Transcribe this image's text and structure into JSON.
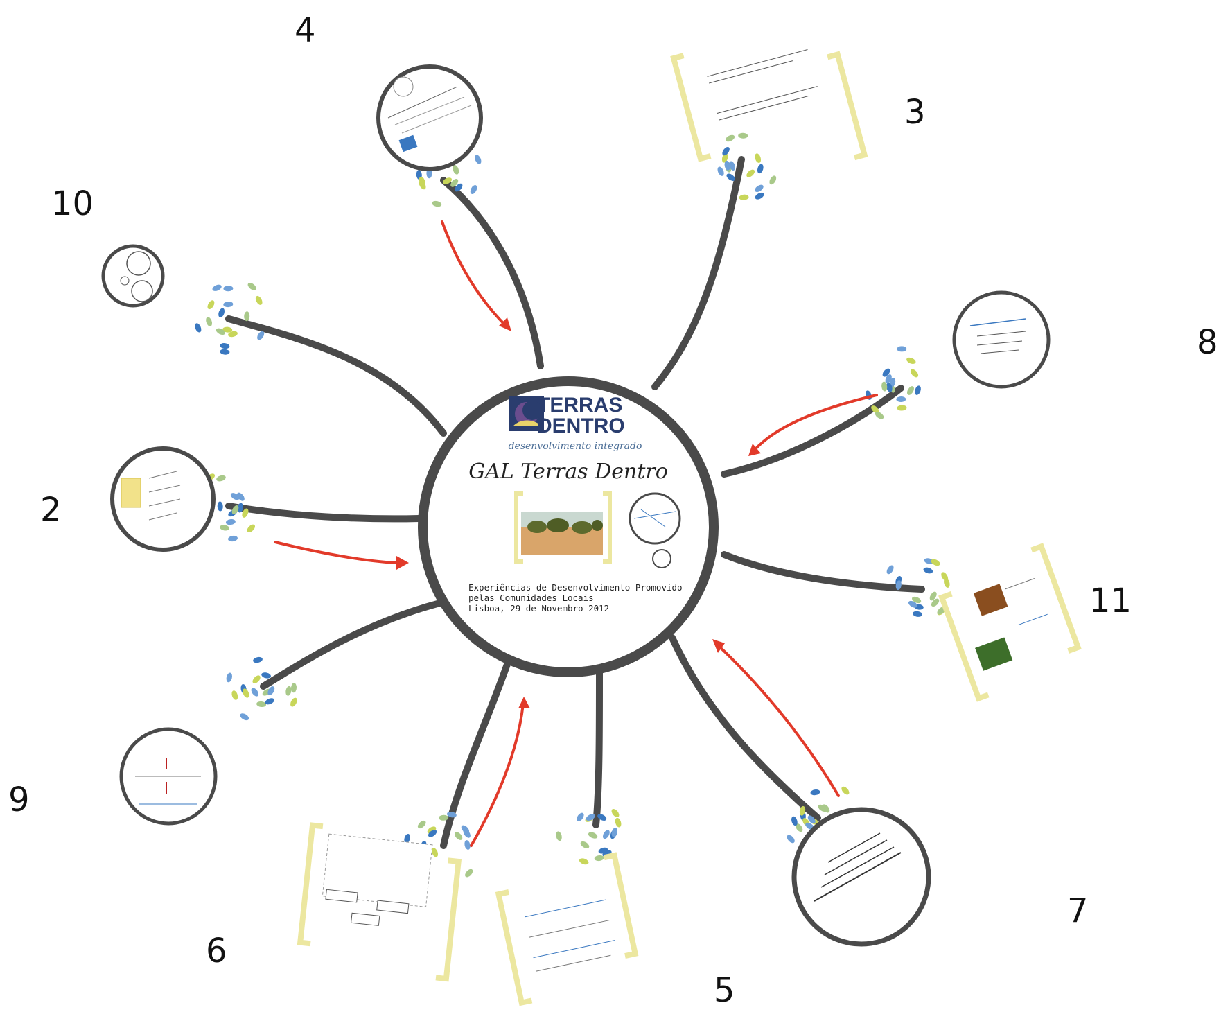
{
  "hub": {
    "logo_line1": "TERRAS",
    "logo_line2": "DENTRO",
    "tagline": "desenvolvimento integrado",
    "title": "GAL Terras Dentro",
    "subtitle_lines": [
      "Experiências de Desenvolvimento Promovido",
      "pelas Comunidades Locais",
      "Lisboa, 29 de Novembro 2012"
    ]
  },
  "nodes": [
    {
      "id": "2",
      "label": "2",
      "frame": "circle"
    },
    {
      "id": "3",
      "label": "3",
      "frame": "bracket"
    },
    {
      "id": "4",
      "label": "4",
      "frame": "circle"
    },
    {
      "id": "5",
      "label": "5",
      "frame": "bracket"
    },
    {
      "id": "6",
      "label": "6",
      "frame": "bracket"
    },
    {
      "id": "7",
      "label": "7",
      "frame": "circle"
    },
    {
      "id": "8",
      "label": "8",
      "frame": "circle"
    },
    {
      "id": "9",
      "label": "9",
      "frame": "circle"
    },
    {
      "id": "10",
      "label": "10",
      "frame": "circle"
    },
    {
      "id": "11",
      "label": "11",
      "frame": "bracket"
    }
  ],
  "colors": {
    "branch": "#4a4a4a",
    "arrow": "#e23a2a",
    "bracket": "#ece7a0",
    "leaf_blue": "#3a78c0",
    "leaf_green": "#a9c98a",
    "logo_navy": "#2a3d6e",
    "logo_purple": "#6b4d8e"
  }
}
